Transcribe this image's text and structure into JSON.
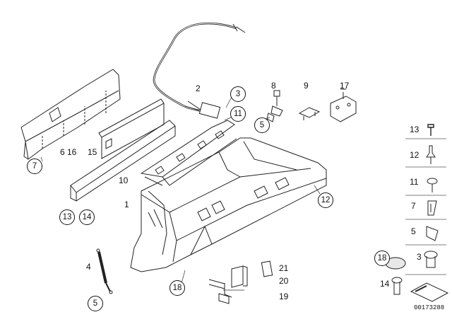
{
  "callouts": {
    "c3": "3",
    "c11": "11",
    "c5": "5",
    "c7": "7",
    "c13": "13",
    "c14": "14",
    "c12": "12",
    "c18": "18",
    "c5b": "5"
  },
  "labels": {
    "l2": "2",
    "l8": "8",
    "l9": "9",
    "l17": "17",
    "l6_16": "6 16",
    "l15": "15",
    "l10": "10",
    "l1": "1",
    "l4": "4",
    "l21": "21",
    "l20": "20",
    "l19": "19"
  },
  "legend": {
    "items": [
      "13",
      "12",
      "11",
      "7",
      "5",
      "3",
      "14"
    ],
    "circled": "18"
  },
  "figure_id": "00173288"
}
